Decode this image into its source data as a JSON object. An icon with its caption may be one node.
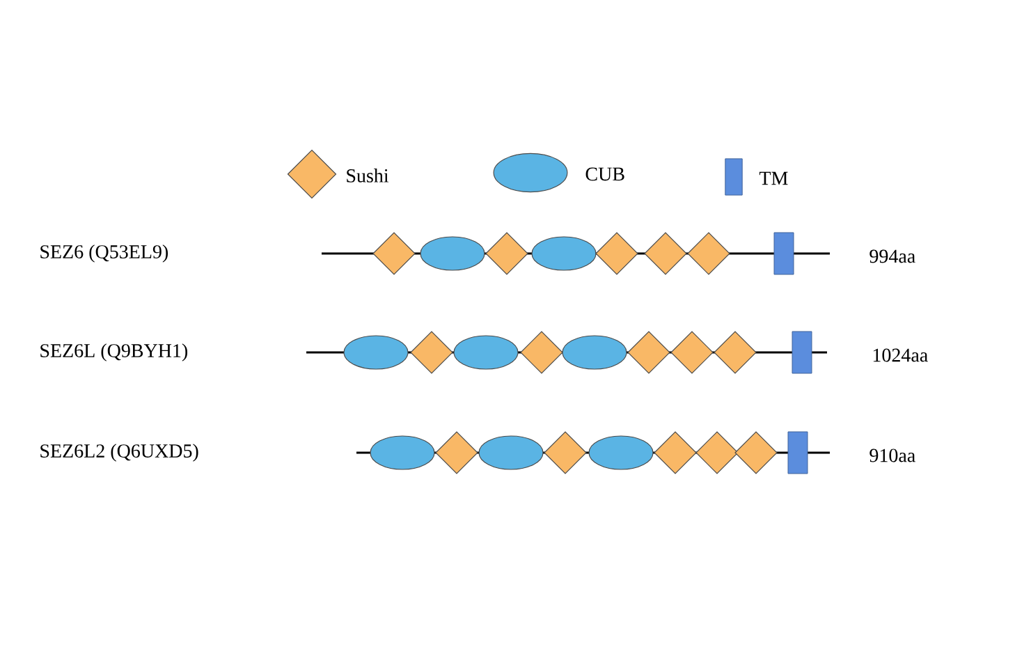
{
  "diagram": {
    "labels": [
      "SEZ6 (Q53EL9)",
      "994aa",
      "SEZ6L (Q9BYH1)",
      "1024aa",
      "SEZ6L2 (Q6UXD5)",
      "910aa"
    ],
    "legend": [
      {
        "text": "Sushi",
        "color": "#f9b866"
      },
      {
        "text": "CUB",
        "color": "#5ab4e4"
      },
      {
        "text": "TM",
        "color": "#5b8ddd"
      }
    ]
  }
}
